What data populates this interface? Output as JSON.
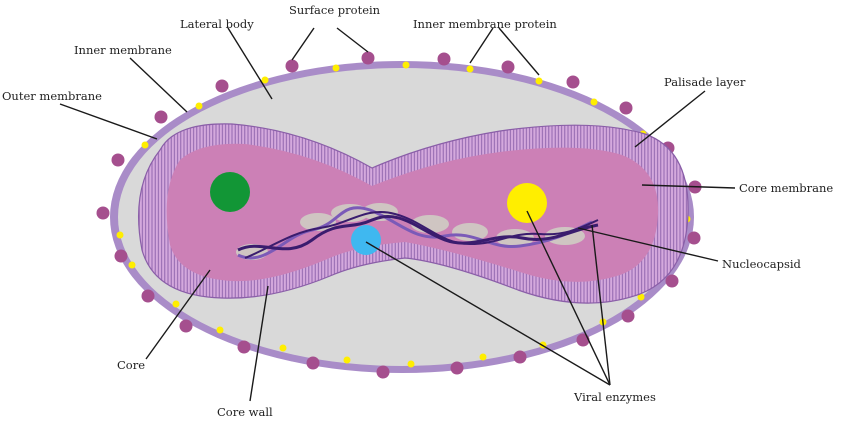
{
  "labels": {
    "surface_protein": "Surface protein",
    "lateral_body": "Lateral body",
    "inner_membrane_protein": "Inner membrane protein",
    "inner_membrane": "Inner membrane",
    "outer_membrane": "Outer membrane",
    "palisade_layer": "Palisade layer",
    "core_membrane": "Core membrane",
    "nucleocapsid": "Nucleocapsid",
    "core": "Core",
    "core_wall": "Core wall",
    "viral_enzymes": "Viral enzymes"
  },
  "colors": {
    "outer_membrane": "#a98cc8",
    "outer_membrane_edge": "#8e6db4",
    "lateral_body_fill": "#d9d9d9",
    "core_wall_fill": "#c48fd0",
    "palisade_stripes": "#8a5ea8",
    "core_fill": "#cc80b6",
    "surface_protein": "#a54f8e",
    "inner_membrane_protein": "#ffee00",
    "enzyme_green": "#129636",
    "enzyme_yellow": "#ffee00",
    "enzyme_blue": "#3fb8f0",
    "nucleocapsid_dark": "#3a1c6e",
    "nucleocapsid_light": "#7b5ab8",
    "nucleocapsid_halo": "#cfc5c2"
  }
}
